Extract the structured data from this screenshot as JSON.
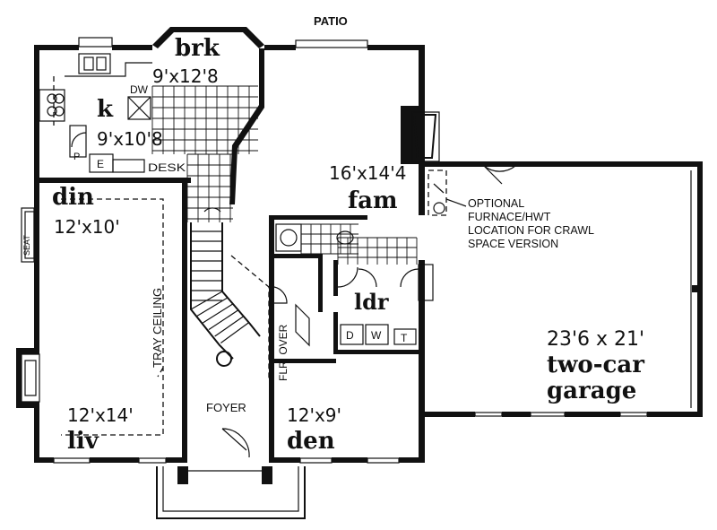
{
  "labels": {
    "patio": "PATIO",
    "breakfast": {
      "name": "brk",
      "dims": "9'x12'8"
    },
    "kitchen": {
      "name": "k",
      "dims": "9'x10'8",
      "dw": "DW",
      "pantry": "P",
      "e": "E",
      "desk": "DESK"
    },
    "family": {
      "name": "fam",
      "dims": "16'x14'4"
    },
    "dining": {
      "name": "din",
      "dims": "12'x10'",
      "seat": "SEAT"
    },
    "tray": "TRAY CEILING",
    "living": {
      "name": "liv",
      "dims": "12'x14'"
    },
    "foyer": "FOYER",
    "flr_over": "FLR. OVER",
    "laundry": {
      "name": "ldr",
      "d": "D",
      "w": "W",
      "t": "T"
    },
    "den": {
      "name": "den",
      "dims": "12'x9'"
    },
    "garage": {
      "dims": "23'6 x 21'",
      "name_line1": "two-car",
      "name_line2": "garage"
    },
    "optional_note": [
      "OPTIONAL",
      "FURNACE/HWT",
      "LOCATION FOR CRAWL",
      "SPACE VERSION"
    ]
  }
}
